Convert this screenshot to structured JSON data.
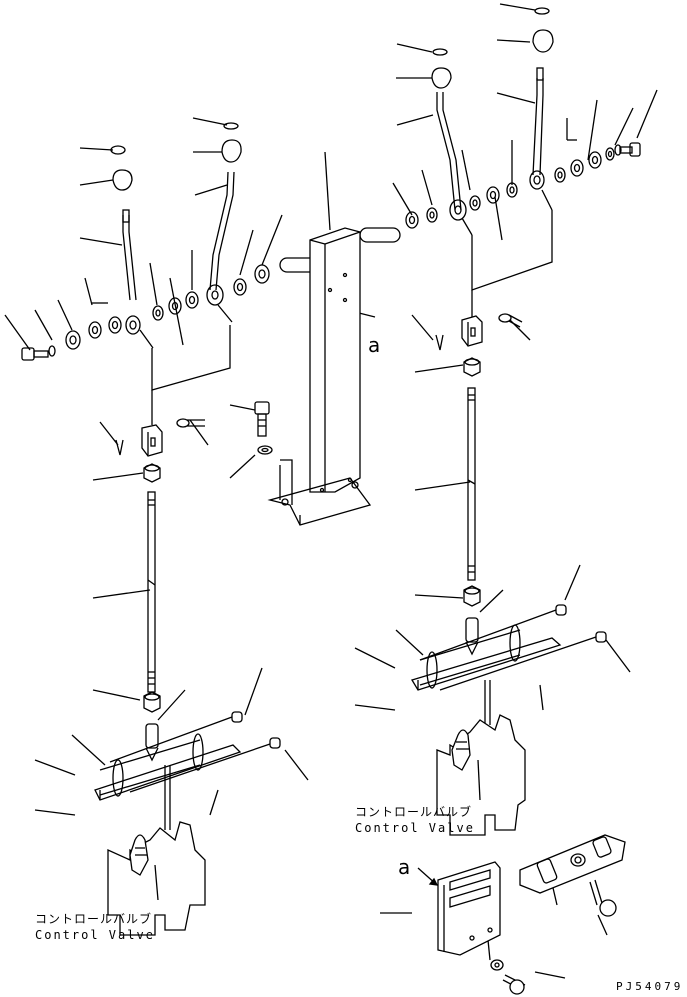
{
  "diagram": {
    "type": "exploded parts diagram",
    "labels": {
      "control_valve_left_jp": "コントロールバルブ",
      "control_valve_left_en": "Control Valve",
      "control_valve_right_jp": "コントロールバルブ",
      "control_valve_right_en": "Control Valve",
      "ref_center": "a",
      "ref_bottom": "a",
      "drawing_code": "PJ54079"
    }
  }
}
